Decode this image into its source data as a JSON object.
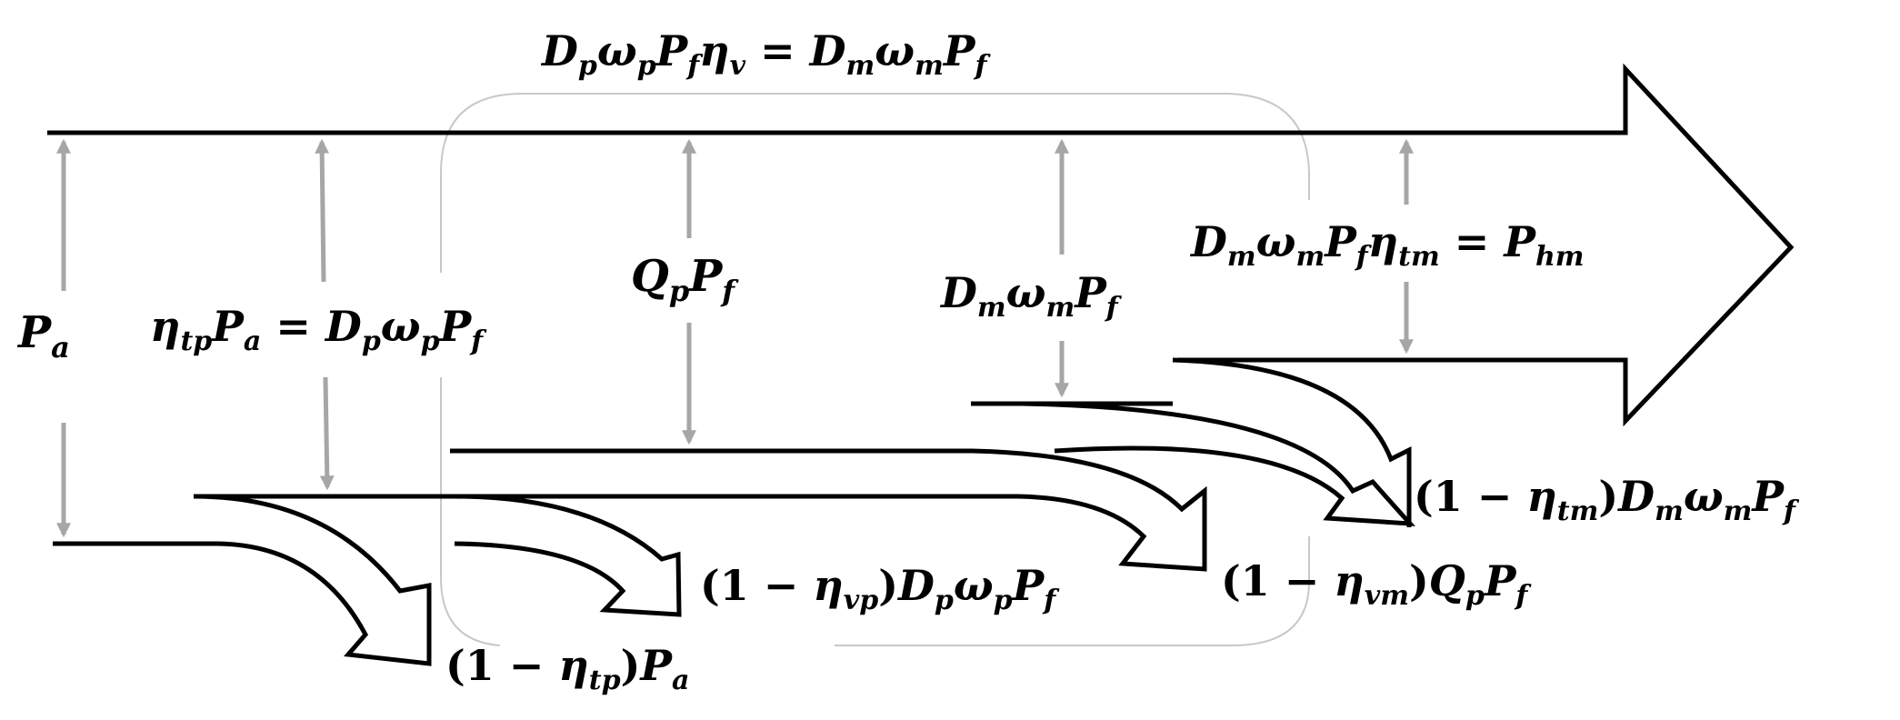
{
  "diagram": {
    "colors": {
      "stroke": "#000000",
      "dimension_arrow": "#a6a6a6",
      "boundary": "#c8c8c8",
      "background": "#ffffff"
    },
    "labels": {
      "top_relation": {
        "text": "Dₚωₚ P_f ηᵥ = Dₘωₘ P_f",
        "parts": [
          [
            "D",
            ""
          ],
          [
            "p",
            "sub"
          ],
          [
            "ω",
            ""
          ],
          [
            "p",
            "sub"
          ],
          [
            "P",
            ""
          ],
          [
            "f",
            "sub"
          ],
          [
            "η",
            ""
          ],
          [
            "v",
            "sub"
          ],
          [
            " = ",
            "op"
          ],
          [
            "D",
            ""
          ],
          [
            "m",
            "sub"
          ],
          [
            "ω",
            ""
          ],
          [
            "m",
            "sub"
          ],
          [
            "P",
            ""
          ],
          [
            "f",
            "sub"
          ]
        ]
      },
      "input_power": {
        "text": "Pₐ",
        "parts": [
          [
            "P",
            ""
          ],
          [
            "a",
            "sub"
          ]
        ]
      },
      "pump_shaft_power": {
        "text": "η_tp Pₐ = Dₚωₚ P_f",
        "parts": [
          [
            "η",
            ""
          ],
          [
            "tp",
            "sub"
          ],
          [
            "P",
            ""
          ],
          [
            "a",
            "sub"
          ],
          [
            " = ",
            "op"
          ],
          [
            "D",
            ""
          ],
          [
            "p",
            "sub"
          ],
          [
            "ω",
            ""
          ],
          [
            "p",
            "sub"
          ],
          [
            "P",
            ""
          ],
          [
            "f",
            "sub"
          ]
        ]
      },
      "flow_power": {
        "text": "Qₚ P_f",
        "parts": [
          [
            "Q",
            ""
          ],
          [
            "p",
            "sub"
          ],
          [
            "P",
            ""
          ],
          [
            "f",
            "sub"
          ]
        ]
      },
      "motor_hydraulic_power": {
        "text": "Dₘωₘ P_f",
        "parts": [
          [
            "D",
            ""
          ],
          [
            "m",
            "sub"
          ],
          [
            "ω",
            ""
          ],
          [
            "m",
            "sub"
          ],
          [
            "P",
            ""
          ],
          [
            "f",
            "sub"
          ]
        ]
      },
      "output_power": {
        "text": "Dₘωₘ P_f η_tm = P_hm",
        "parts": [
          [
            "D",
            ""
          ],
          [
            "m",
            "sub"
          ],
          [
            "ω",
            ""
          ],
          [
            "m",
            "sub"
          ],
          [
            "P",
            ""
          ],
          [
            "f",
            "sub"
          ],
          [
            "η",
            ""
          ],
          [
            "tm",
            "sub"
          ],
          [
            " = ",
            "op"
          ],
          [
            "P",
            ""
          ],
          [
            "hm",
            "sub"
          ]
        ]
      },
      "loss_pump_torque": {
        "text": "(1 − η_tp) Pₐ",
        "parts": [
          [
            "(1 − ",
            "up"
          ],
          [
            "η",
            ""
          ],
          [
            "tp",
            "sub"
          ],
          [
            ")",
            "up"
          ],
          [
            "P",
            ""
          ],
          [
            "a",
            "sub"
          ]
        ]
      },
      "loss_pump_volumetric": {
        "text": "(1 − η_vp) Dₚωₚ P_f",
        "parts": [
          [
            "(1 − ",
            "up"
          ],
          [
            "η",
            ""
          ],
          [
            "vp",
            "sub"
          ],
          [
            ")",
            "up"
          ],
          [
            "D",
            ""
          ],
          [
            "p",
            "sub"
          ],
          [
            "ω",
            ""
          ],
          [
            "p",
            "sub"
          ],
          [
            "P",
            ""
          ],
          [
            "f",
            "sub"
          ]
        ]
      },
      "loss_motor_volumetric": {
        "text": "(1 − η_vm) Qₚ P_f",
        "parts": [
          [
            "(1 − ",
            "up"
          ],
          [
            "η",
            ""
          ],
          [
            "vm",
            "sub"
          ],
          [
            ")",
            "up"
          ],
          [
            "Q",
            ""
          ],
          [
            "p",
            "sub"
          ],
          [
            "P",
            ""
          ],
          [
            "f",
            "sub"
          ]
        ]
      },
      "loss_motor_torque": {
        "text": "(1 − η_tm) Dₘωₘ P_f",
        "parts": [
          [
            "(1 − ",
            "up"
          ],
          [
            "η",
            ""
          ],
          [
            "tm",
            "sub"
          ],
          [
            ")",
            "up"
          ],
          [
            "D",
            ""
          ],
          [
            "m",
            "sub"
          ],
          [
            "ω",
            ""
          ],
          [
            "m",
            "sub"
          ],
          [
            "P",
            ""
          ],
          [
            "f",
            "sub"
          ]
        ]
      }
    }
  }
}
